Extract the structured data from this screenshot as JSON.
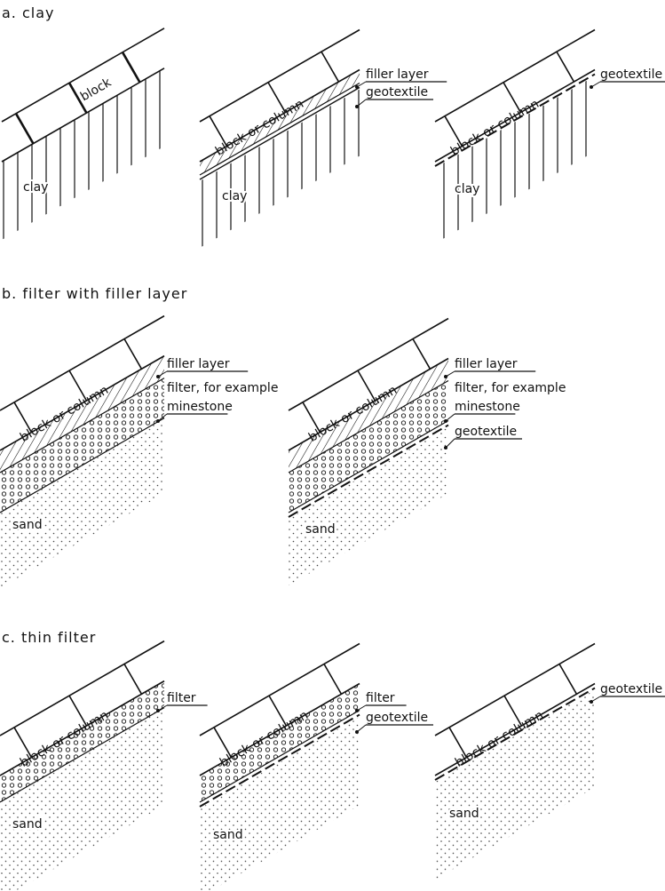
{
  "headings": {
    "a": "a.  clay",
    "b": "b.  filter with filler layer",
    "c": "c.  thin filter"
  },
  "labels": {
    "block": "block",
    "block_or_column": "block  or  column",
    "clay": "clay",
    "sand": "sand",
    "filler_layer": "filler layer",
    "geotextile": "geotextile",
    "filter_for_example": "filter,  for  example",
    "minestone": "minestone",
    "filter": "filter"
  }
}
